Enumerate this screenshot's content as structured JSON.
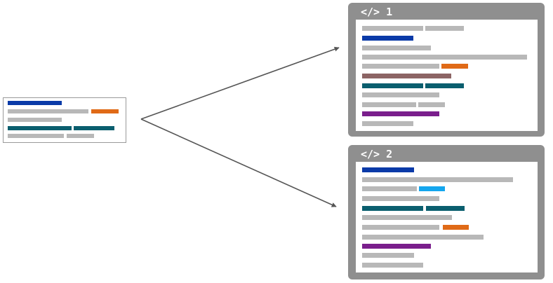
{
  "colors": {
    "gray_bar": "#b8b8b8",
    "navy": "#0a3aa8",
    "orange": "#e06a17",
    "teal": "#0a5e6e",
    "brown": "#8c6464",
    "purple": "#7a1e8c",
    "sky": "#14a6ee",
    "frame": "#8f8f8f",
    "arrow": "#555555",
    "source_border": "#9a9a9a"
  },
  "source_doc": {
    "icon": "code-snippet-thumbnail"
  },
  "variant_1": {
    "label": "</> 1",
    "icon": "code-window-icon"
  },
  "variant_2": {
    "label": "</> 2",
    "icon": "code-window-icon"
  }
}
